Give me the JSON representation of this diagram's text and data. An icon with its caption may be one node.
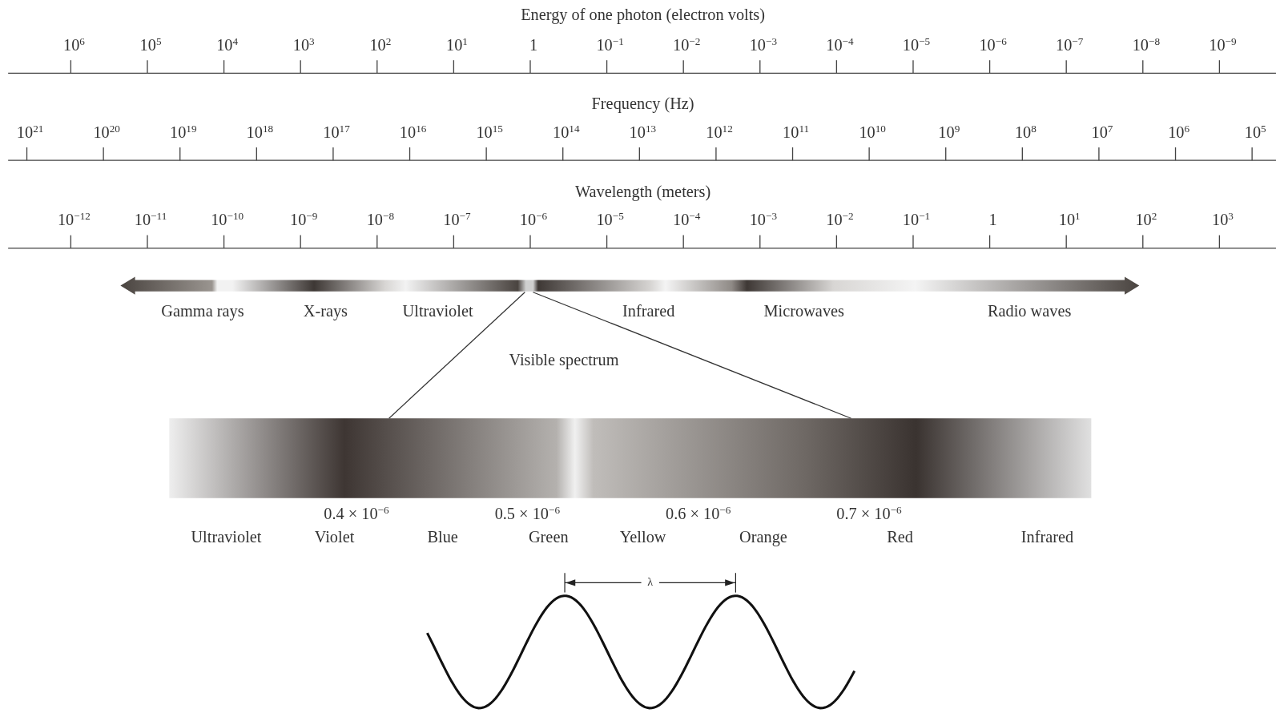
{
  "diagram": {
    "nodes": [
      {
        "text": [],
        "shape": "bar"
      }
    ],
    "labels": [
      "Energy of one photon (electron volts)",
      "10$^{6}$",
      "10$^{5}$",
      "10$^{4}$",
      "10$^{3}$",
      "10$^{2}$",
      "10$^{1}$",
      "1",
      "10$^{−1}$",
      "10$^{−2}$",
      "10$^{−3}$",
      "10$^{−4}$",
      "10$^{−5}$",
      "10$^{−6}$",
      "10$^{−7}$",
      "10$^{−8}$",
      "10$^{−9}$",
      "Frequency (Hz)",
      "10$^{21}$",
      "10$^{20}$",
      "10$^{19}$",
      "10$^{18}$",
      "10$^{17}$",
      "10$^{16}$",
      "10$^{15}$",
      "10$^{14}$",
      "10$^{13}$",
      "10$^{12}$",
      "10$^{11}$",
      "10$^{10}$",
      "10$^{9}$",
      "10$^{8}$",
      "10$^{7}$",
      "10$^{6}$",
      "10$^{5}$",
      "Wavelength (meters)",
      "10$^{−12}$",
      "10$^{−11}$",
      "10$^{−10}$",
      "10$^{−9}$",
      "10$^{−8}$",
      "10$^{−7}$",
      "10$^{−6}$",
      "10$^{−5}$",
      "10$^{−4}$",
      "10$^{−3}$",
      "10$^{−2}$",
      "10$^{−1}$",
      "1",
      "10$^{1}$",
      "10$^{2}$",
      "10$^{3}$",
      "Gamma rays",
      "X-rays",
      "Ultraviolet",
      "Infrared",
      "Microwaves",
      "Radio waves",
      "Visible spectrum",
      "0.4 × 10$^{−6}$",
      "0.5 × 10$^{−6}$",
      "0.6 × 10$^{−6}$",
      "0.7 × 10$^{−6}$",
      "Ultraviolet",
      "Violet",
      "Blue",
      "Green",
      "Yellow",
      "Orange",
      "Red",
      "Infrared",
      "λ"
    ]
  }
}
